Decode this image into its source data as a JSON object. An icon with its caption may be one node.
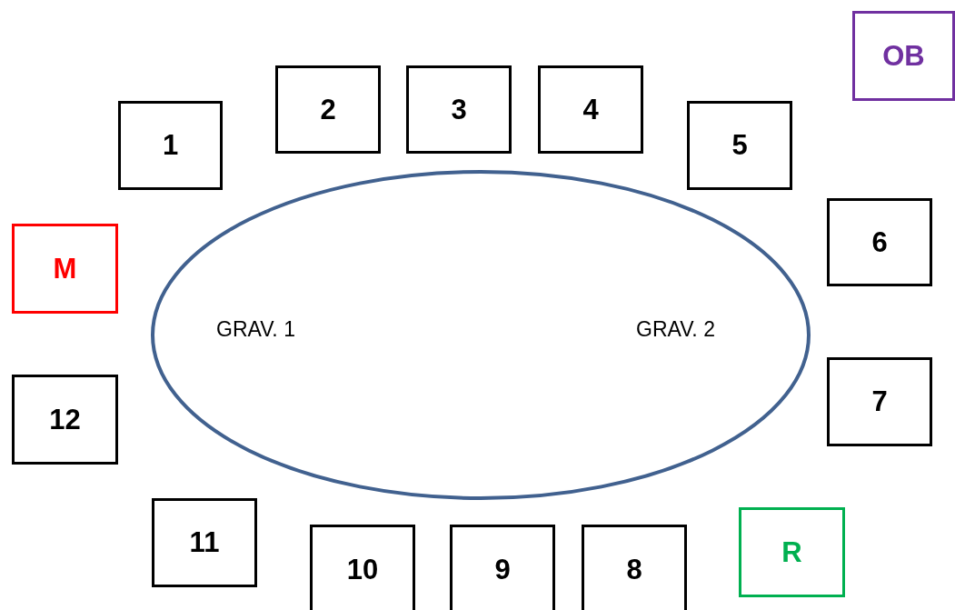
{
  "diagram": {
    "nodes": [
      {
        "text": [
          "OB"
        ]
      },
      {
        "text": [
          "2"
        ]
      },
      {
        "text": [
          "3"
        ]
      },
      {
        "text": [
          "4"
        ]
      },
      {
        "text": [
          "1"
        ]
      },
      {
        "text": [
          "5"
        ]
      },
      {
        "text": [
          "6"
        ]
      },
      {
        "text": [
          "M"
        ]
      },
      {
        "text": [
          "GRAV. 1",
          "GRAV. 2"
        ]
      },
      {
        "text": [
          "7"
        ]
      },
      {
        "text": [
          "12"
        ]
      },
      {
        "text": [
          "11"
        ]
      },
      {
        "text": [
          "R"
        ]
      },
      {
        "text": [
          "10"
        ]
      },
      {
        "text": [
          "9"
        ]
      },
      {
        "text": [
          "8"
        ]
      }
    ]
  }
}
